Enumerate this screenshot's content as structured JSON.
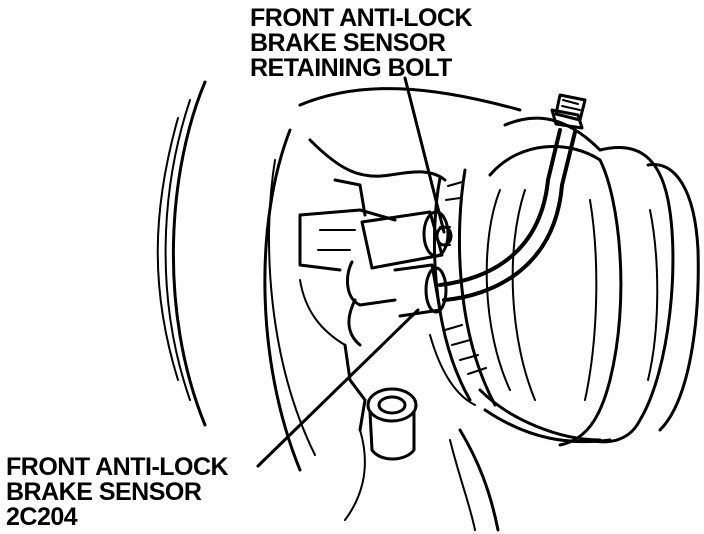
{
  "callouts": {
    "retaining_bolt": {
      "lines": [
        "FRONT ANTI-LOCK",
        "BRAKE SENSOR",
        "RETAINING BOLT"
      ]
    },
    "sensor": {
      "lines": [
        "FRONT ANTI-LOCK",
        "BRAKE SENSOR",
        "2C204"
      ]
    }
  },
  "colors": {
    "ink": "#000000",
    "paper": "#ffffff"
  }
}
